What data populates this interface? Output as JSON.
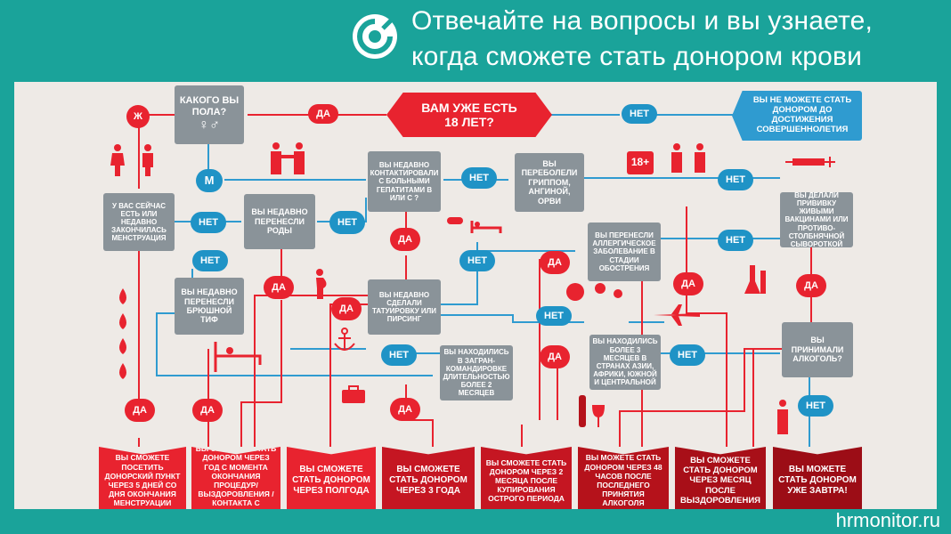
{
  "header": {
    "title_line1": "Отвечайте на вопросы и вы узнаете,",
    "title_line2": "когда сможете стать донором крови"
  },
  "footer": {
    "site": "hrmonitor.ru"
  },
  "colors": {
    "teal": "#1aa39a",
    "red": "#e8232f",
    "blue": "#2f9bd0",
    "gray": "#8a9399",
    "dark_red": "#b5121b"
  },
  "nodes": {
    "age": "ВАМ УЖЕ ЕСТЬ 18 ЛЕТ?",
    "sex": "КАКОГО ВЫ ПОЛА?",
    "sex_symbols": "♀♂",
    "not_yet": "ВЫ НЕ МОЖЕТЕ СТАТЬ ДОНОРОМ ДО ДОСТИЖЕНИЯ СОВЕРШЕННОЛЕТИЯ",
    "badge_18": "18+",
    "menstruation": "У ВАС СЕЙЧАС ЕСТЬ ИЛИ НЕДАВНО ЗАКОНЧИЛАСЬ МЕНСТРУАЦИЯ",
    "birth": "ВЫ НЕДАВНО ПЕРЕНЕСЛИ РОДЫ",
    "hepatitis": "ВЫ НЕДАВНО КОНТАКТИРОВАЛИ С БОЛЬНЫМИ ГЕПАТИТАМИ В ИЛИ С ?",
    "flu": "ВЫ ПЕРЕБОЛЕЛИ ГРИППОМ, АНГИНОЙ, ОРВИ",
    "vaccine": "ВЫ ДЕЛАЛИ ПРИВИВКУ ЖИВЫМИ ВАКЦИНАМИ ИЛИ ПРОТИВО-СТОЛБНЯЧНОЙ СЫВОРОТКОЙ",
    "allergy": "ВЫ ПЕРЕНЕСЛИ АЛЛЕРГИЧЕСКОЕ ЗАБОЛЕВАНИЕ В СТАДИИ ОБОСТРЕНИЯ",
    "typhoid": "ВЫ НЕДАВНО ПЕРЕНЕСЛИ БРЮШНОЙ ТИФ",
    "tattoo": "ВЫ НЕДАВНО СДЕЛАЛИ ТАТУИРОВКУ ИЛИ ПИРСИНГ",
    "abroad": "ВЫ НАХОДИЛИСЬ В ЗАГРАН-КОМАНДИРОВКЕ ДЛИТЕЛЬНОСТЬЮ БОЛЕЕ 2 МЕСЯЦЕВ",
    "asia": "ВЫ НАХОДИЛИСЬ БОЛЕЕ 3 МЕСЯЦЕВ В СТРАНАХ АЗИИ, АФРИКИ, ЮЖНОЙ И ЦЕНТРАЛЬНОЙ",
    "alcohol": "ВЫ ПРИНИМАЛИ АЛКОГОЛЬ?"
  },
  "labels": {
    "yes": "ДА",
    "no": "НЕТ",
    "f": "Ж",
    "m": "М"
  },
  "results": [
    "ВЫ СМОЖЕТЕ ПОСЕТИТЬ ДОНОРСКИЙ ПУНКТ ЧЕРЕЗ 5 ДНЕЙ СО ДНЯ ОКОНЧАНИЯ МЕНСТРУАЦИИ",
    "ВЫ СМОЖЕТЕ СТАТЬ ДОНОРОМ ЧЕРЕЗ ГОД С МОМЕНТА ОКОНЧАНИЯ ПРОЦЕДУР/ ВЫЗДОРОВЛЕНИЯ /КОНТАКТА С БОЛЬНЫМ",
    "ВЫ СМОЖЕТЕ СТАТЬ ДОНОРОМ ЧЕРЕЗ ПОЛГОДА",
    "ВЫ СМОЖЕТЕ СТАТЬ ДОНОРОМ ЧЕРЕЗ 3 ГОДА",
    "ВЫ СМОЖЕТЕ СТАТЬ ДОНОРОМ ЧЕРЕЗ 2 МЕСЯЦА ПОСЛЕ КУПИРОВАНИЯ ОСТРОГО ПЕРИОДА",
    "ВЫ МОЖЕТЕ СТАТЬ ДОНОРОМ ЧЕРЕЗ 48 ЧАСОВ ПОСЛЕ ПОСЛЕДНЕГО ПРИНЯТИЯ АЛКОГОЛЯ",
    "ВЫ СМОЖЕТЕ СТАТЬ ДОНОРОМ ЧЕРЕЗ МЕСЯЦ ПОСЛЕ ВЫЗДОРОВЛЕНИЯ",
    "ВЫ МОЖЕТЕ СТАТЬ ДОНОРОМ УЖЕ ЗАВТРА!"
  ]
}
